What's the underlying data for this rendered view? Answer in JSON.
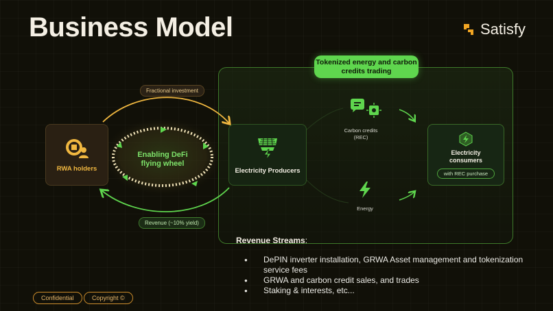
{
  "title": "Business Model",
  "logo": {
    "text": "Satisfy",
    "icon": "satisfy-logo-icon"
  },
  "tokenized_label": "Tokenized energy and carbon credits trading",
  "nodes": {
    "rwa_holders": "RWA holders",
    "producers": "Electricity Producers",
    "consumers": "Electricity consumers",
    "rec_badge": "with REC purchase"
  },
  "flywheel": "Enabling DeFi flying wheel",
  "pills": {
    "fractional": "Fractional investment",
    "revenue": "Revenue (~10% yield)"
  },
  "flows": {
    "carbon": "Carbon credits (REC)",
    "energy": "Energy"
  },
  "revenue_streams": {
    "title": "Revenue Streams",
    "items": [
      "DePIN inverter installation, GRWA Asset management and tokenization service fees",
      "GRWA and carbon credit sales, and trades",
      "Staking & interests, etc..."
    ]
  },
  "footer": {
    "confidential": "Confidential",
    "copyright": "Copyright ©"
  },
  "colors": {
    "accent_green": "#5fd64e",
    "accent_orange": "#f0b740",
    "background": "#111008"
  }
}
